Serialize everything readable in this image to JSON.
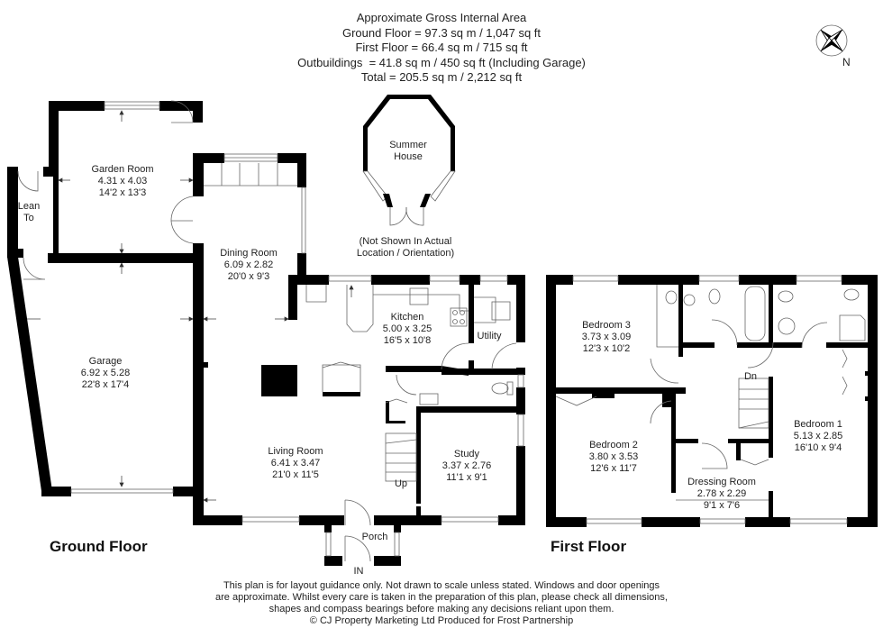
{
  "header": {
    "title": "Approximate Gross Internal Area",
    "ground_floor": "Ground Floor = 97.3 sq m / 1,047 sq ft",
    "first_floor": "First Floor = 66.4 sq m / 715 sq ft",
    "outbuildings": "Outbuildings  = 41.8 sq m / 450 sq ft (Including Garage)",
    "total": "Total = 205.5 sq m / 2,212 sq ft"
  },
  "compass": {
    "icon": "compass-rose-icon",
    "north_label": "N"
  },
  "summer_house": {
    "name_line1": "Summer",
    "name_line2": "House",
    "note_line1": "(Not Shown In Actual",
    "note_line2": "Location / Orientation)"
  },
  "ground_floor": {
    "title": "Ground Floor",
    "rooms": {
      "lean_to": {
        "line1": "Lean",
        "line2": "To"
      },
      "garden_room": {
        "name": "Garden Room",
        "metric": "4.31 x 4.03",
        "imperial": "14'2 x 13'3"
      },
      "dining_room": {
        "name": "Dining Room",
        "metric": "6.09 x 2.82",
        "imperial": "20'0 x 9'3"
      },
      "garage": {
        "name": "Garage",
        "metric": "6.92 x 5.28",
        "imperial": "22'8 x 17'4"
      },
      "kitchen": {
        "name": "Kitchen",
        "metric": "5.00 x 3.25",
        "imperial": "16'5 x 10'8"
      },
      "utility": {
        "name": "Utility"
      },
      "living_room": {
        "name": "Living Room",
        "metric": "6.41 x 3.47",
        "imperial": "21'0 x 11'5"
      },
      "study": {
        "name": "Study",
        "metric": "3.37 x 2.76",
        "imperial": "11'1 x 9'1"
      },
      "porch": {
        "name": "Porch"
      }
    },
    "stairs_label": "Up",
    "entrance_label": "IN"
  },
  "first_floor": {
    "title": "First Floor",
    "rooms": {
      "bedroom_3": {
        "name": "Bedroom 3",
        "metric": "3.73 x 3.09",
        "imperial": "12'3 x 10'2"
      },
      "bedroom_2": {
        "name": "Bedroom 2",
        "metric": "3.80 x 3.53",
        "imperial": "12'6 x 11'7"
      },
      "bedroom_1": {
        "name": "Bedroom 1",
        "metric": "5.13 x 2.85",
        "imperial": "16'10 x 9'4"
      },
      "dressing_room": {
        "name": "Dressing Room",
        "metric": "2.78 x 2.29",
        "imperial": "9'1 x 7'6"
      }
    },
    "stairs_label": "Dn"
  },
  "disclaimer": {
    "line1": "This plan is for layout guidance only. Not drawn to scale unless stated. Windows and door openings",
    "line2": "are approximate. Whilst every care is taken in the preparation of this plan, please check all dimensions,",
    "line3": "shapes and compass bearings before making any decisions reliant upon them.",
    "line4": "© CJ Property Marketing Ltd Produced for Frost Partnership"
  },
  "colors": {
    "wall": "#000000",
    "line": "#555555",
    "text": "#222222",
    "background": "#ffffff"
  }
}
